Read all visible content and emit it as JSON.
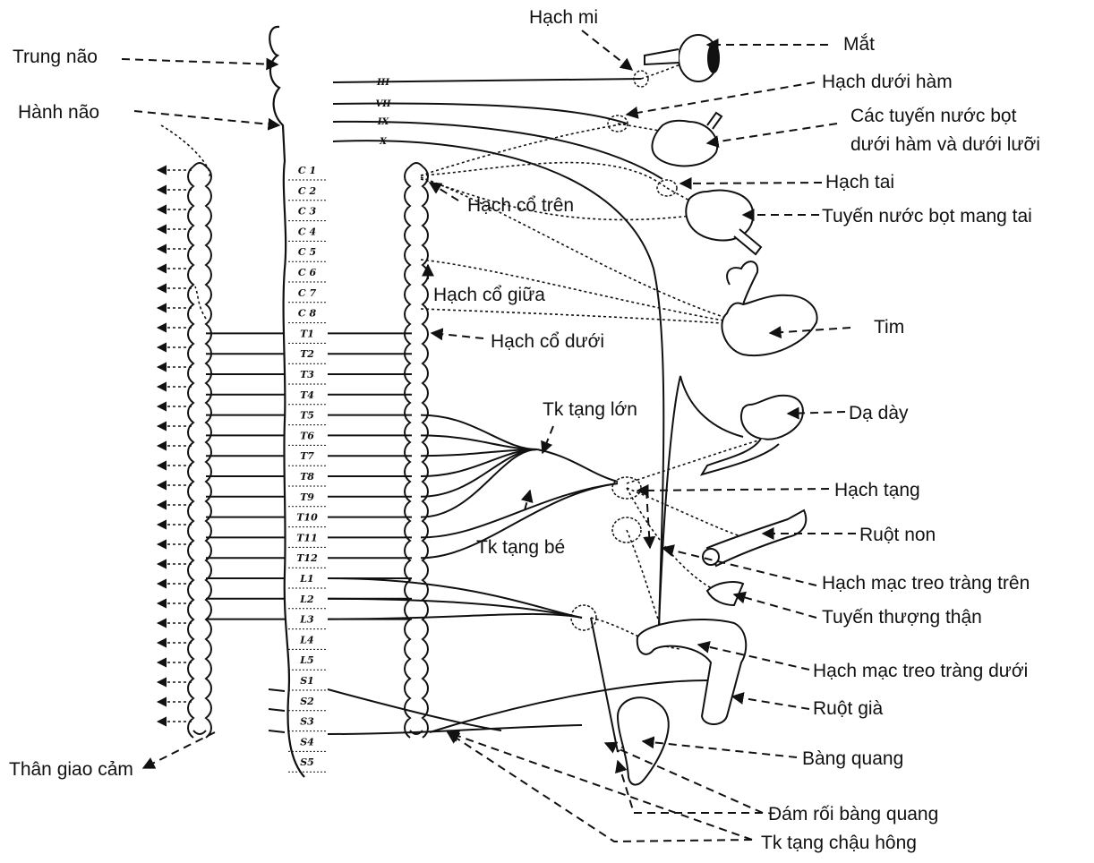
{
  "labels": {
    "trung_nao": "Trung não",
    "hanh_nao": "Hành não",
    "than_giao_cam": "Thân giao cảm",
    "hach_mi": "Hạch mi",
    "mat": "Mắt",
    "hach_duoi_ham": "Hạch dưới hàm",
    "tuyen_nuoc_bot_line1": "Các tuyến nước bọt",
    "tuyen_nuoc_bot_line2": "dưới hàm và dưới lưỡi",
    "hach_tai": "Hạch tai",
    "tuyen_mang_tai": "Tuyến nước bọt mang tai",
    "hach_co_tren": "Hạch cổ trên",
    "hach_co_giua": "Hạch cổ giữa",
    "tim": "Tim",
    "hach_co_duoi": "Hạch cổ dưới",
    "tk_tang_lon": "Tk tạng lớn",
    "da_day": "Dạ dày",
    "hach_tang": "Hạch tạng",
    "ruot_non": "Ruột non",
    "tk_tang_be": "Tk tạng bé",
    "hach_mac_treo_trang_tren": "Hạch mạc treo tràng trên",
    "tuyen_thuong_than": "Tuyến thượng thận",
    "hach_mac_treo_trang_duoi": "Hạch mạc treo tràng dưới",
    "ruot_gia": "Ruột già",
    "bang_quang": "Bàng quang",
    "dam_roi_bang_quang": "Đám rối bàng quang",
    "tk_tang_chau_hong": "Tk tạng chậu hông"
  },
  "cranial_nerves": [
    "III",
    "VII",
    "IX",
    "X"
  ],
  "segments": [
    "C 1",
    "C 2",
    "C 3",
    "C 4",
    "C 5",
    "C 6",
    "C 7",
    "C 8",
    "T1",
    "T2",
    "T3",
    "T4",
    "T5",
    "T6",
    "T7",
    "T8",
    "T9",
    "T10",
    "T11",
    "T12",
    "L1",
    "L2",
    "L3",
    "L4",
    "L5",
    "S1",
    "S2",
    "S3",
    "S4",
    "S5"
  ]
}
